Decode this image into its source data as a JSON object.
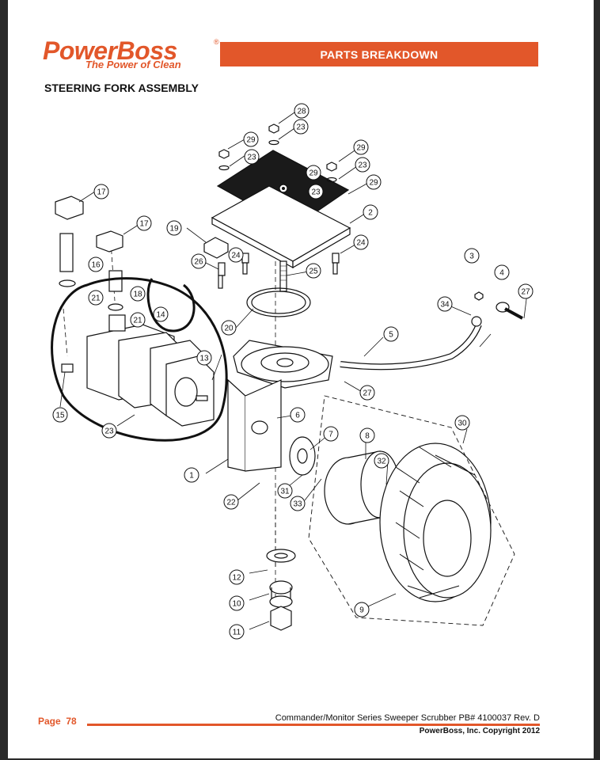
{
  "header": {
    "brand": "PowerBoss",
    "registered": "®",
    "tagline": "The Power of Clean",
    "banner": "PARTS BREAKDOWN"
  },
  "section_title": "STEERING FORK ASSEMBLY",
  "callouts": [
    "1",
    "2",
    "3",
    "4",
    "5",
    "6",
    "7",
    "8",
    "9",
    "10",
    "11",
    "12",
    "13",
    "14",
    "15",
    "16",
    "17",
    "17",
    "18",
    "19",
    "20",
    "21",
    "21",
    "22",
    "23",
    "23",
    "23",
    "23",
    "23",
    "24",
    "24",
    "25",
    "26",
    "27",
    "27",
    "28",
    "29",
    "29",
    "29",
    "29",
    "30",
    "31",
    "32",
    "33",
    "34"
  ],
  "footer": {
    "page_label": "Page",
    "page_number": "78",
    "document": "Commander/Monitor Series Sweeper Scrubber PB# 4100037 Rev. D",
    "copyright": "PowerBoss, Inc. Copyright 2012"
  },
  "colors": {
    "brand": "#e2572a",
    "ink": "#111111",
    "plate": "#1a1a1a"
  }
}
